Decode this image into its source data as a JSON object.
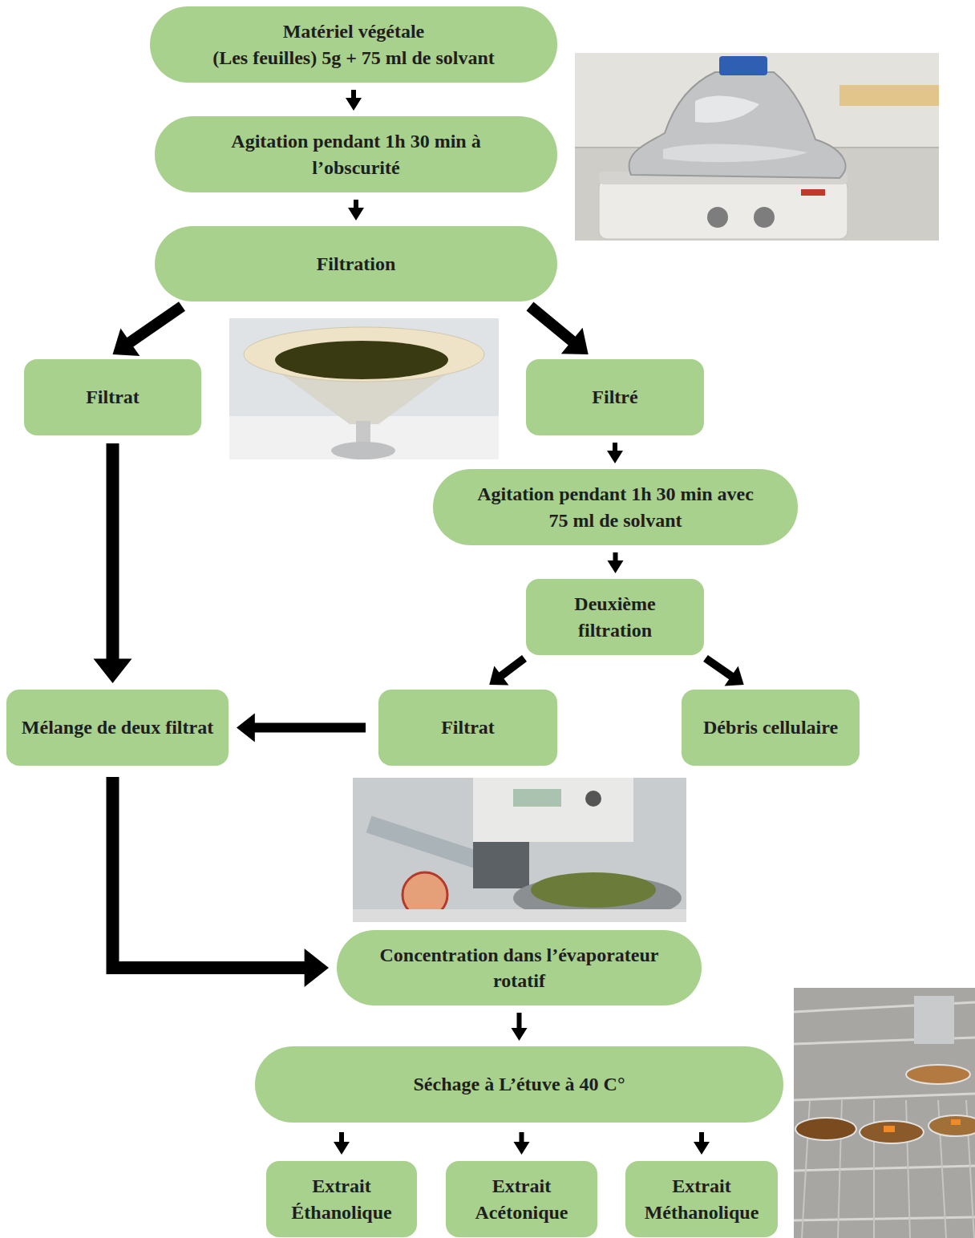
{
  "diagram": {
    "nodes": [
      {
        "text": [
          "Matériel végétale",
          "(Les feuilles) 5g + 75 ml de solvant"
        ]
      },
      {
        "text": [
          "Agitation pendant 1h 30 min à l’obscurité"
        ]
      },
      {
        "text": [
          "Filtration"
        ]
      },
      {
        "text": [
          "Filtrat"
        ]
      },
      {
        "text": [
          "Filtré"
        ]
      },
      {
        "text": [
          "Agitation pendant 1h 30 min avec 75 ml de solvant"
        ]
      },
      {
        "text": [
          "Deuxième filtration"
        ]
      },
      {
        "text": [
          "Mélange de deux filtrat"
        ]
      },
      {
        "text": [
          "Filtrat"
        ]
      },
      {
        "text": [
          "Débris cellulaire"
        ]
      },
      {
        "text": [
          "Concentration dans l’évaporateur rotatif"
        ]
      },
      {
        "text": [
          "Séchage à L’étuve à 40 C°"
        ]
      },
      {
        "text": [
          "Extrait Éthanolique"
        ]
      },
      {
        "text": [
          "Extrait Acétonique"
        ]
      },
      {
        "text": [
          "Extrait Méthanolique"
        ]
      }
    ],
    "edges": [
      {
        "from": 0,
        "to": 1,
        "arrow": "to"
      },
      {
        "from": 1,
        "to": 2,
        "arrow": "to"
      },
      {
        "from": 2,
        "to": 3,
        "arrow": "to"
      },
      {
        "from": 2,
        "to": 4,
        "arrow": "to"
      },
      {
        "from": 4,
        "to": 5,
        "arrow": "to"
      },
      {
        "from": 5,
        "to": 6,
        "arrow": "to"
      },
      {
        "from": 6,
        "to": 8,
        "arrow": "to"
      },
      {
        "from": 6,
        "to": 9,
        "arrow": "to"
      },
      {
        "from": 3,
        "to": 7,
        "arrow": "to"
      },
      {
        "from": 8,
        "to": 7,
        "arrow": "to"
      },
      {
        "from": 7,
        "to": 10,
        "arrow": "to"
      },
      {
        "from": 10,
        "to": 11,
        "arrow": "to"
      },
      {
        "from": 11,
        "to": 12,
        "arrow": "to"
      },
      {
        "from": 11,
        "to": 13,
        "arrow": "to"
      },
      {
        "from": 11,
        "to": 14,
        "arrow": "to"
      }
    ]
  }
}
